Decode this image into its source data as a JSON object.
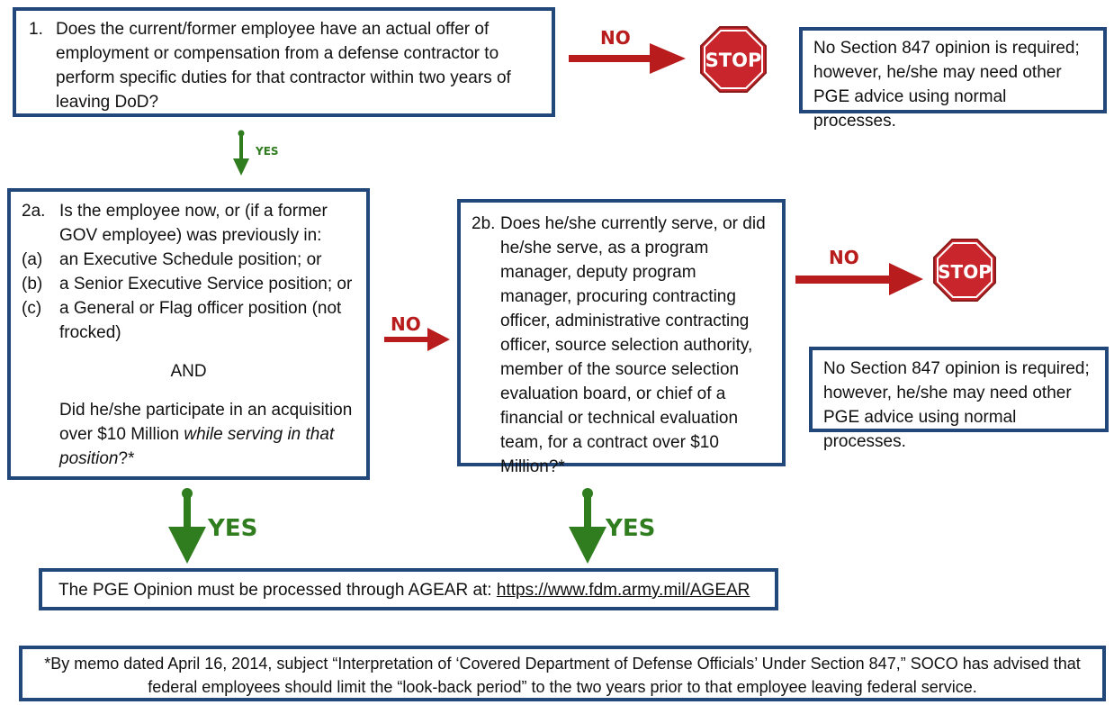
{
  "question1": {
    "number": "1.",
    "text": "Does the current/former employee have an actual offer of employment or compensation from a defense contractor to perform specific duties for that contractor within two years of leaving DoD?"
  },
  "question2a": {
    "number": "2a.",
    "intro": "Is the employee now, or (if a former GOV employee) was previously in:",
    "options": [
      {
        "marker": "(a)",
        "text": "an Executive Schedule position; or"
      },
      {
        "marker": "(b)",
        "text": "a Senior Executive Service position; or"
      },
      {
        "marker": "(c)",
        "text": "a General or Flag officer position (not frocked)"
      }
    ],
    "and_label": "AND",
    "followup": "Did he/she participate in an acquisition over $10 Million",
    "followup_italic": "while serving in that position",
    "followup_end": "?*"
  },
  "question2b": {
    "number": "2b.",
    "text": "Does he/she currently serve, or did he/she serve, as a program manager, deputy program manager, procuring contracting officer, administrative contracting officer, source selection authority, member of the source selection evaluation board, or chief of a financial or technical evaluation team, for a contract over $10 Million?*"
  },
  "stop_outcome": {
    "sign_text": "STOP",
    "message": "No Section 847 opinion is required; however, he/she may need other PGE advice using normal processes."
  },
  "labels": {
    "no": "NO",
    "yes": "YES"
  },
  "result": {
    "text": "The PGE Opinion must be processed through AGEAR at: ",
    "link": "https://www.fdm.army.mil/AGEAR"
  },
  "footnote": "*By memo dated April 16, 2014, subject “Interpretation of ‘Covered Department of Defense Officials’ Under Section 847,” SOCO has advised that federal employees should limit the “look-back period” to the two years prior to that employee leaving federal service.",
  "colors": {
    "box_border": "#22477a",
    "no_arrow": "#b81c1c",
    "yes_arrow": "#2f7d1e",
    "stop_sign": "#c8262c"
  }
}
